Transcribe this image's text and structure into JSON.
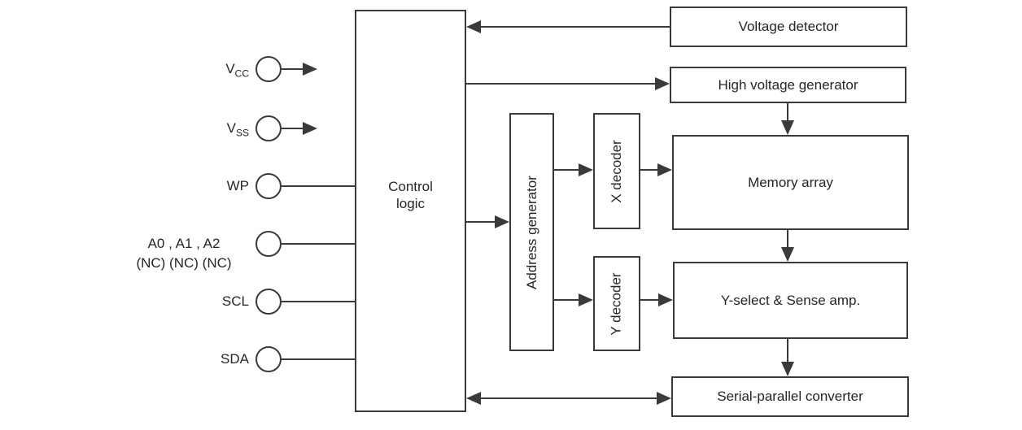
{
  "colors": {
    "line": "#3a3a3a",
    "text": "#262626",
    "background": "#ffffff"
  },
  "pins": {
    "vcc": {
      "base": "V",
      "sub": "CC"
    },
    "vss": {
      "base": "V",
      "sub": "SS"
    },
    "wp": {
      "label": "WP"
    },
    "addr": {
      "line1": "A0 , A1 , A2",
      "line2": "(NC) (NC) (NC)"
    },
    "scl": {
      "label": "SCL"
    },
    "sda": {
      "label": "SDA"
    }
  },
  "blocks": {
    "control_logic": {
      "label": "Control\nlogic"
    },
    "voltage_detector": {
      "label": "Voltage detector"
    },
    "high_voltage_generator": {
      "label": "High voltage generator"
    },
    "address_generator": {
      "label": "Address generator"
    },
    "x_decoder": {
      "label": "X decoder"
    },
    "y_decoder": {
      "label": "Y decoder"
    },
    "memory_array": {
      "label": "Memory array"
    },
    "y_select_sense_amp": {
      "label": "Y-select & Sense amp."
    },
    "serial_parallel_converter": {
      "label": "Serial-parallel converter"
    }
  }
}
